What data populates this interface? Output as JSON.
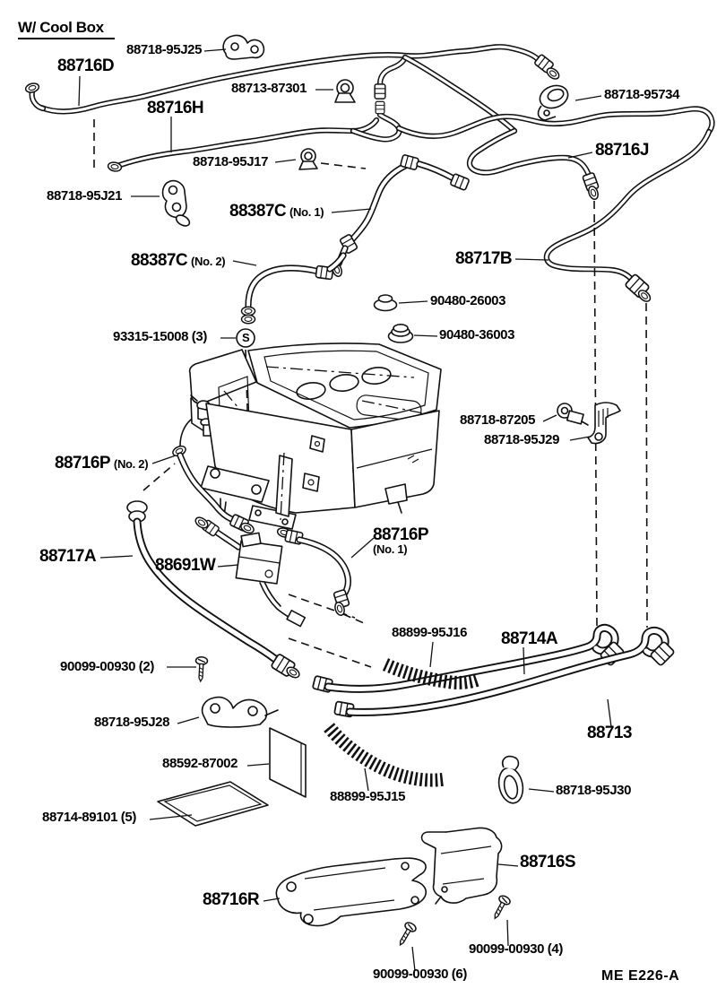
{
  "title": "W/ Cool Box",
  "diagram_code": "ME  E226-A",
  "symbols": {
    "s_mark": "S"
  },
  "suffix": {
    "no1": "(No. 1)",
    "no2": "(No. 2)"
  },
  "parts": {
    "p95j25": "88718-95J25",
    "p88716d": "88716D",
    "p87301": "88713-87301",
    "p95734": "88718-95734",
    "p88716h": "88716H",
    "p88716j": "88716J",
    "p95j17": "88718-95J17",
    "p95j21": "88718-95J21",
    "p88387c": "88387C",
    "p88717b": "88717B",
    "p26003": "90480-26003",
    "p93315": "93315-15008 (3)",
    "p36003": "90480-36003",
    "p87205": "88718-87205",
    "p95j29": "88718-95J29",
    "p88716p": "88716P",
    "p88717a": "88717A",
    "p88691w": "88691W",
    "p95j16": "88899-95J16",
    "p88714a": "88714A",
    "p0930_2": "90099-00930 (2)",
    "p95j28": "88718-95J28",
    "p88713": "88713",
    "p87002": "88592-87002",
    "p95j15": "88899-95J15",
    "p89101": "88714-89101 (5)",
    "p95j30": "88718-95J30",
    "p88716s": "88716S",
    "p88716r": "88716R",
    "p0930_4": "90099-00930 (4)",
    "p0930_6": "90099-00930 (6)"
  }
}
